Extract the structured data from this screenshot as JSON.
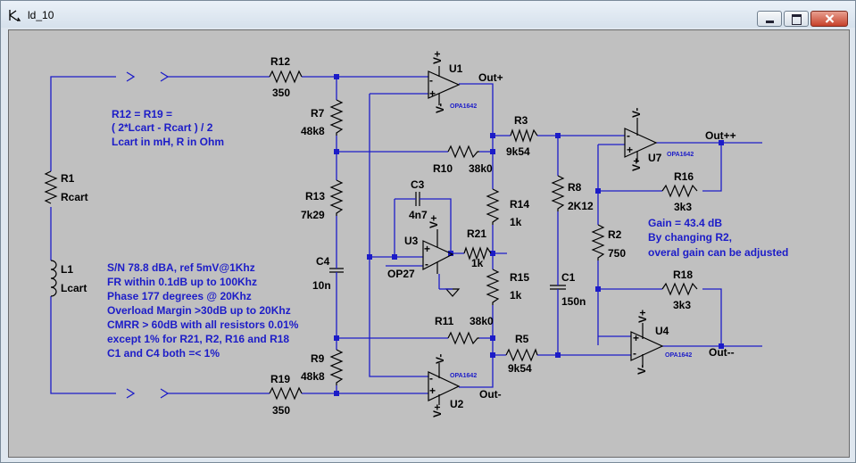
{
  "window": {
    "title": "ld_10",
    "buttons": {
      "minimize": "minimize",
      "maximize": "maximize",
      "close": "close"
    }
  },
  "components": {
    "R12": {
      "ref": "R12",
      "value": "350"
    },
    "R19": {
      "ref": "R19",
      "value": "350"
    },
    "R1": {
      "ref": "R1",
      "value": "Rcart"
    },
    "L1": {
      "ref": "L1",
      "value": "Lcart"
    },
    "R7": {
      "ref": "R7",
      "value": "48k8"
    },
    "R13": {
      "ref": "R13",
      "value": "7k29"
    },
    "R9": {
      "ref": "R9",
      "value": "48k8"
    },
    "C4": {
      "ref": "C4",
      "value": "10n"
    },
    "C3": {
      "ref": "C3",
      "value": "4n7"
    },
    "R10": {
      "ref": "R10",
      "value": "38k0"
    },
    "R11": {
      "ref": "R11",
      "value": "38k0"
    },
    "R21": {
      "ref": "R21",
      "value": "1k"
    },
    "R14": {
      "ref": "R14",
      "value": "1k"
    },
    "R15": {
      "ref": "R15",
      "value": "1k"
    },
    "R3": {
      "ref": "R3",
      "value": "9k54"
    },
    "R5": {
      "ref": "R5",
      "value": "9k54"
    },
    "R8": {
      "ref": "R8",
      "value": "2K12"
    },
    "C1": {
      "ref": "C1",
      "value": "150n"
    },
    "R2": {
      "ref": "R2",
      "value": "750"
    },
    "R16": {
      "ref": "R16",
      "value": "3k3"
    },
    "R18": {
      "ref": "R18",
      "value": "3k3"
    },
    "U1": {
      "ref": "U1",
      "model": "OPA1642"
    },
    "U2": {
      "ref": "U2",
      "model": "OPA1642"
    },
    "U3": {
      "ref": "U3",
      "model": "OP27"
    },
    "U4": {
      "ref": "U4",
      "model": "OPA1642"
    },
    "U7": {
      "ref": "U7",
      "model": "OPA1642"
    }
  },
  "pins": {
    "vplus": "V+",
    "vminus": "V-",
    "plus": "+",
    "minus": "-"
  },
  "nets": {
    "out_plus": "Out+",
    "out_minus": "Out-",
    "out_plusplus": "Out++",
    "out_minusminus": "Out--"
  },
  "notes": {
    "formula": [
      "R12 = R19 =",
      "( 2*Lcart - Rcart ) / 2",
      "Lcart in mH, R in Ohm"
    ],
    "specs": [
      "S/N  78.8 dBA, ref 5mV@1Khz",
      "FR within 0.1dB up to 100Khz",
      "Phase 177 degrees @ 20Khz",
      "Overload Margin >30dB up to 20Khz",
      "CMRR > 60dB with all resistors 0.01%",
      "except 1% for R21, R2, R16 and R18",
      "C1 and C4 both =< 1%"
    ],
    "gain": [
      "Gain = 43.4 dB",
      "By changing R2,",
      "overal gain can be adjusted"
    ]
  }
}
